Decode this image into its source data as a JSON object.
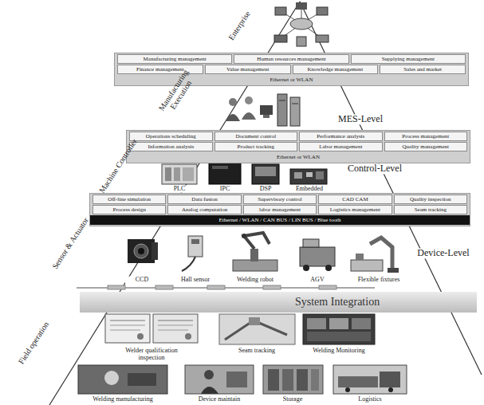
{
  "diagram": {
    "nodes": [
      {
        "text": [
          "Ethernet or WLAN"
        ]
      },
      {
        "text": [
          "Manufacturing management"
        ],
        "in": 0
      },
      {
        "text": [
          "Human resources management"
        ],
        "in": 0
      },
      {
        "text": [
          "Supplying management"
        ],
        "in": 0
      },
      {
        "text": [
          "Finance management"
        ],
        "in": 0
      },
      {
        "text": [
          "Value management"
        ],
        "in": 0
      },
      {
        "text": [
          "Knowledge management"
        ],
        "in": 0
      },
      {
        "text": [
          "Sales and market"
        ],
        "in": 0
      },
      {
        "text": [
          "Ethernet or WLAN"
        ]
      },
      {
        "text": [
          "Operations scheduling"
        ],
        "in": 8
      },
      {
        "text": [
          "Document control"
        ],
        "in": 8
      },
      {
        "text": [
          "Performance analysis"
        ],
        "in": 8
      },
      {
        "text": [
          "Process management"
        ],
        "in": 8
      },
      {
        "text": [
          "Information analysis"
        ],
        "in": 8
      },
      {
        "text": [
          "Product tracking"
        ],
        "in": 8
      },
      {
        "text": [
          "Labor management"
        ],
        "in": 8
      },
      {
        "text": [
          "Quality management"
        ],
        "in": 8
      },
      {
        "text": [
          "Ethernet / WLAN / CAN BUS / LIN BUS / Blue tooth"
        ]
      },
      {
        "text": [
          "Off-line simulation"
        ],
        "in": 17
      },
      {
        "text": [
          "Data fusion"
        ],
        "in": 17
      },
      {
        "text": [
          "Supervisory control"
        ],
        "in": 17
      },
      {
        "text": [
          "CAD CAM"
        ],
        "in": 17
      },
      {
        "text": [
          "Quality inspection"
        ],
        "in": 17
      },
      {
        "text": [
          "Process design"
        ],
        "in": 17
      },
      {
        "text": [
          "Analog computation"
        ],
        "in": 17
      },
      {
        "text": [
          "labor management"
        ],
        "in": 17
      },
      {
        "text": [
          "Logistics management"
        ],
        "in": 17
      },
      {
        "text": [
          "Seam tracking"
        ],
        "in": 17
      },
      {
        "text": [
          "System Integration"
        ]
      }
    ],
    "labels": [
      "Enterprise",
      "Manufacturing Execution",
      "MES-Level",
      "Machine Controller",
      "PLC",
      "IPC",
      "DSP",
      "Embedded",
      "Control-Level",
      "Sensor & Actuator",
      "CCD",
      "Hall sensor",
      "Welding robot",
      "AGV",
      "Flexible fixtures",
      "Device-Level",
      "Field operation",
      "Welder qualification inspection",
      "Seam tracking",
      "Welding Monitoring",
      "Welding manufacturing",
      "Device maintain",
      "Storage",
      "Logistics"
    ]
  }
}
